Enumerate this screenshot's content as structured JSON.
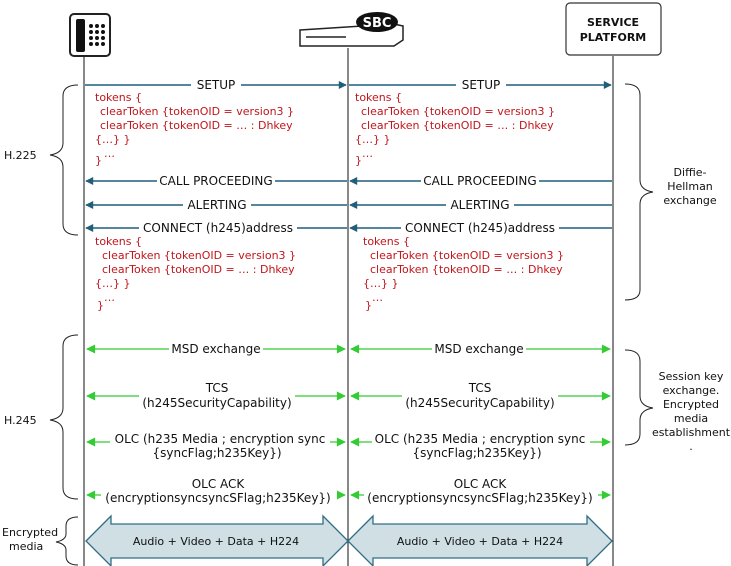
{
  "entities": {
    "sbc_label": "SBC",
    "service_platform_line1": "SERVICE",
    "service_platform_line2": "PLATFORM"
  },
  "phases": {
    "h225": "H.225",
    "h245": "H.245",
    "encrypted_line1": "Encrypted",
    "encrypted_line2": "media"
  },
  "right_notes": {
    "dh_line1": "Diffie-",
    "dh_line2": "Hellman",
    "dh_line3": "exchange",
    "sk_line1": "Session key",
    "sk_line2": "exchange.",
    "sk_line3": "Encrypted",
    "sk_line4": "media",
    "sk_line5": "establishment",
    "sk_line6": "."
  },
  "messages": {
    "setup": "SETUP",
    "call_proceeding": "CALL PROCEEDING",
    "alerting": "ALERTING",
    "connect": "CONNECT (h245)address",
    "msd": "MSD exchange",
    "tcs_line1": "TCS",
    "tcs_line2": "(h245SecurityCapability)",
    "olc_line1": "OLC (h235 Media ; encryption sync",
    "olc_line2": "{syncFlag;h235Key})",
    "olcack_line1": "OLC ACK",
    "olcack_line2": "(encryptionsyncsyncSFlag;h235Key})",
    "media": "Audio + Video + Data + H224"
  },
  "token_block": {
    "l1": "tokens {",
    "l2": "clearToken {tokenOID = version3 }",
    "l3": "clearToken {tokenOID = … : Dhkey",
    "l4": "{…} }",
    "l5": "…",
    "l6": "}"
  },
  "colors": {
    "signaling_arrow": "#1f5f7a",
    "h245_arrow": "#33cc33",
    "token_text": "#c0161c",
    "media_fill": "#cfdfe3"
  }
}
